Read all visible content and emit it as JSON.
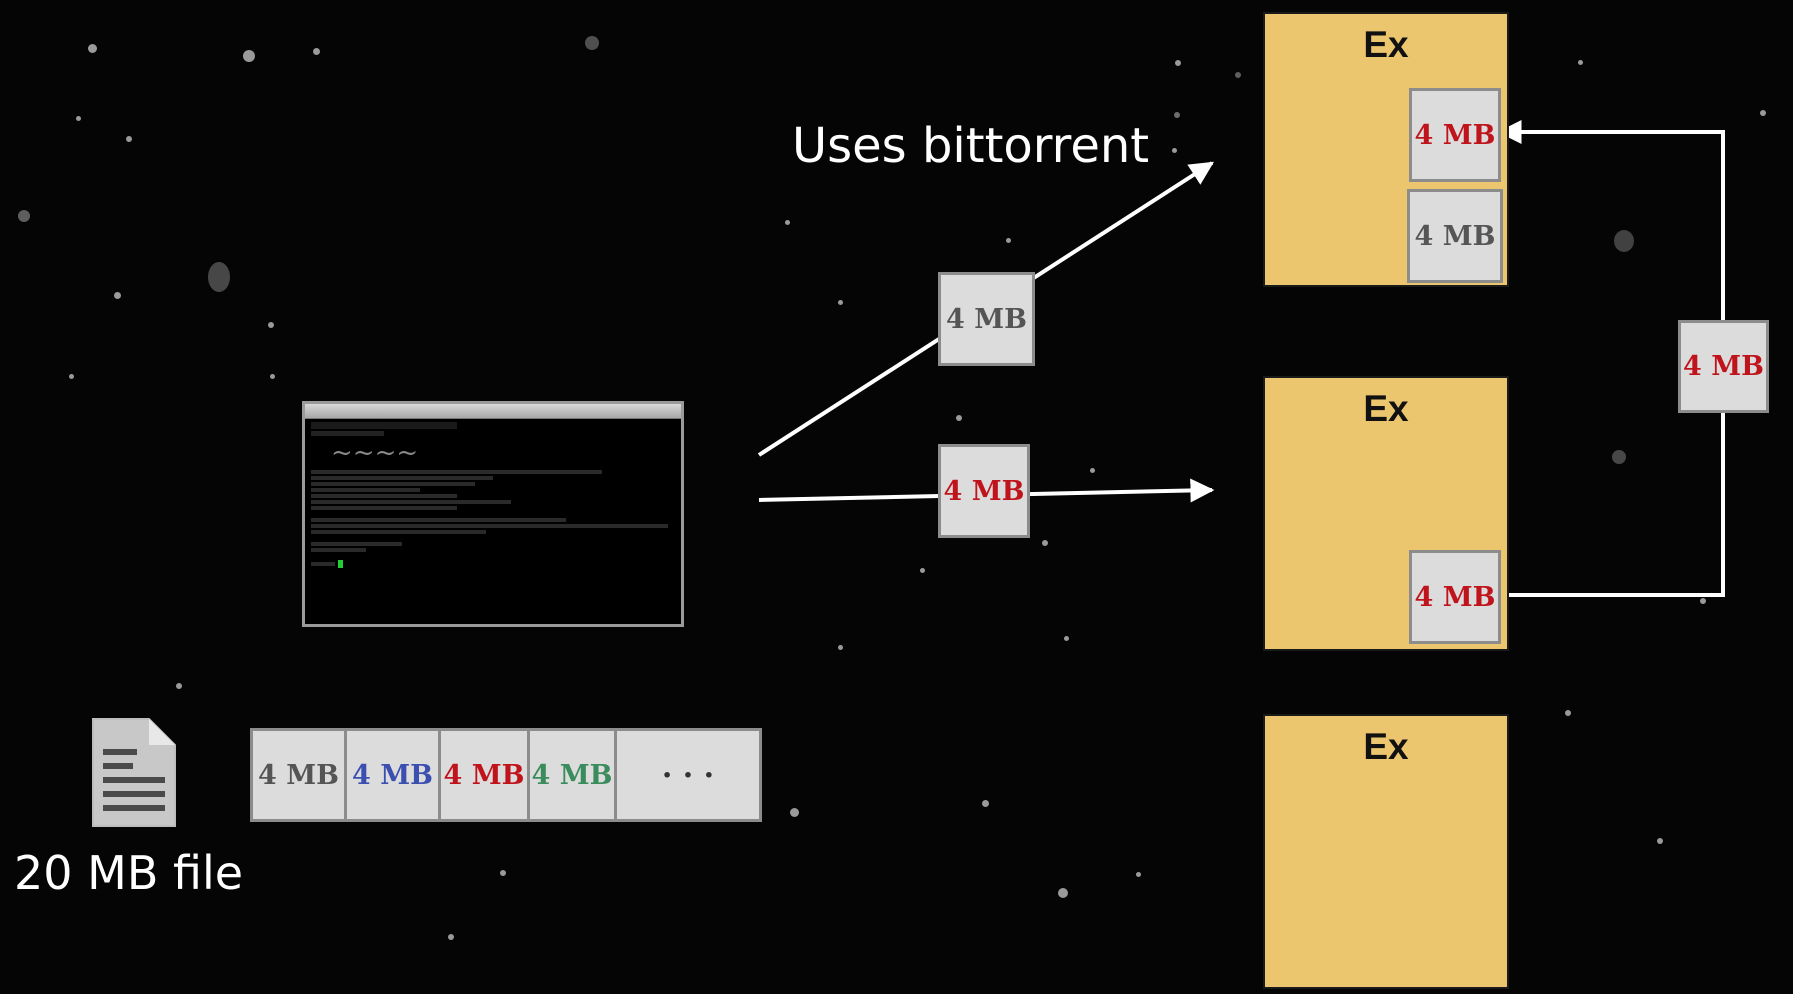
{
  "caption": "Uses bittorrent",
  "file": {
    "icon": "document-icon",
    "label": "20 MB file"
  },
  "strip": {
    "cells": [
      {
        "text": "4 MB",
        "color": "#555555"
      },
      {
        "text": "4 MB",
        "color": "#3b4fb0"
      },
      {
        "text": "4 MB",
        "color": "#c0141c"
      },
      {
        "text": "4 MB",
        "color": "#3b8c5c"
      },
      {
        "text": "· · ·",
        "color": "#333333"
      }
    ]
  },
  "in_transit": [
    {
      "text": "4 MB",
      "color": "#555555"
    },
    {
      "text": "4 MB",
      "color": "#c0141c"
    },
    {
      "text": "4 MB",
      "color": "#c0141c"
    }
  ],
  "executors": [
    {
      "title": "Ex",
      "chunks": [
        {
          "text": "4 MB",
          "color": "#c0141c"
        },
        {
          "text": "4 MB",
          "color": "#555555"
        }
      ]
    },
    {
      "title": "Ex",
      "chunks": [
        {
          "text": "4 MB",
          "color": "#c0141c"
        }
      ]
    },
    {
      "title": "Ex",
      "chunks": []
    }
  ],
  "colors": {
    "background": "#050505",
    "executor_fill": "#ecc66e",
    "chunk_fill": "#dcdcdc",
    "arrow": "#ffffff"
  }
}
